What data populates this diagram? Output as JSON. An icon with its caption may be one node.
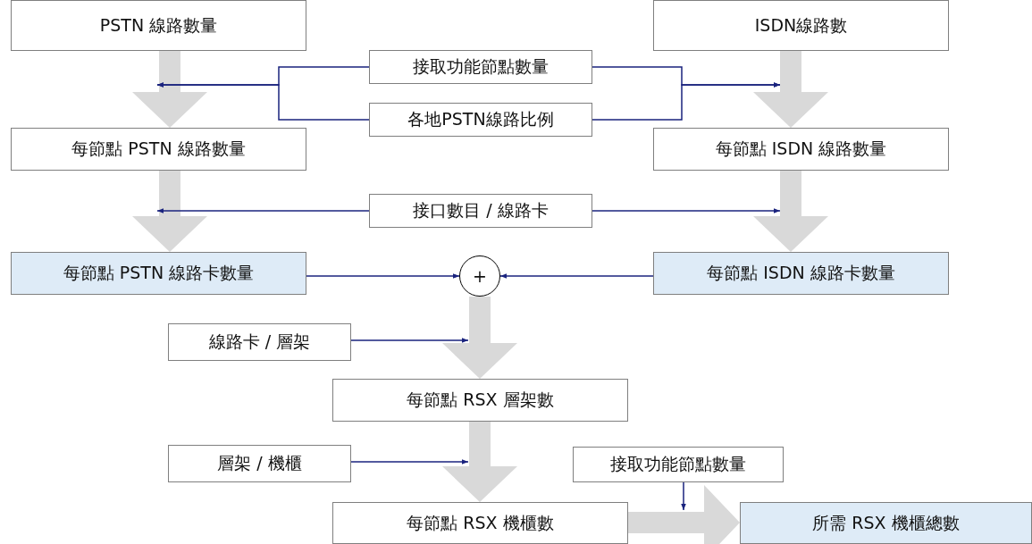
{
  "diagram": {
    "nodes": [
      {
        "text": [
          "PSTN 線路數量"
        ]
      },
      {
        "text": [
          "ISDN線路數"
        ]
      },
      {
        "text": [
          "接取功能節點數量"
        ]
      },
      {
        "text": [
          "各地PSTN線路比例"
        ]
      },
      {
        "text": [
          "每節點 PSTN 線路數量"
        ]
      },
      {
        "text": [
          "每節點 ISDN 線路數量"
        ]
      },
      {
        "text": [
          "接口數目 / 線路卡"
        ]
      },
      {
        "text": [
          "每節點 PSTN 線路卡數量"
        ]
      },
      {
        "text": [
          "+"
        ]
      },
      {
        "text": [
          "每節點 ISDN 線路卡數量"
        ]
      },
      {
        "text": [
          "線路卡 / 層架"
        ]
      },
      {
        "text": [
          "每節點 RSX 層架數"
        ]
      },
      {
        "text": [
          "層架 / 機櫃"
        ]
      },
      {
        "text": [
          "接取功能節點數量"
        ]
      },
      {
        "text": [
          "每節點 RSX 機櫃數"
        ]
      },
      {
        "text": [
          "所需 RSX 機櫃總數"
        ]
      }
    ],
    "edges": [
      {
        "from": 0,
        "to": 4,
        "arrow": "to",
        "style": "thick",
        "color": "#d9d9d9"
      },
      {
        "from": 1,
        "to": 5,
        "arrow": "to",
        "style": "thick",
        "color": "#d9d9d9"
      },
      {
        "from": 2,
        "to": null,
        "arrow": "to"
      },
      {
        "from": 3,
        "to": null,
        "arrow": "to"
      },
      {
        "from": 2,
        "to": null,
        "arrow": "to"
      },
      {
        "from": 3,
        "to": null,
        "arrow": "to"
      },
      {
        "from": 4,
        "to": 7,
        "arrow": "to",
        "style": "thick",
        "color": "#d9d9d9"
      },
      {
        "from": 5,
        "to": 9,
        "arrow": "to",
        "style": "thick",
        "color": "#d9d9d9"
      },
      {
        "from": 6,
        "to": null,
        "arrow": "to"
      },
      {
        "from": 6,
        "to": null,
        "arrow": "to"
      },
      {
        "from": 7,
        "to": 8,
        "arrow": "to"
      },
      {
        "from": 9,
        "to": 8,
        "arrow": "to"
      },
      {
        "from": 8,
        "to": 11,
        "arrow": "to",
        "style": "thick",
        "color": "#d9d9d9"
      },
      {
        "from": 10,
        "to": null,
        "arrow": "to"
      },
      {
        "from": 11,
        "to": 14,
        "arrow": "to",
        "style": "thick",
        "color": "#d9d9d9"
      },
      {
        "from": 12,
        "to": null,
        "arrow": "to"
      },
      {
        "from": 14,
        "to": 15,
        "arrow": "to",
        "style": "thick",
        "color": "#d9d9d9"
      },
      {
        "from": 13,
        "to": null,
        "arrow": "to"
      }
    ]
  }
}
